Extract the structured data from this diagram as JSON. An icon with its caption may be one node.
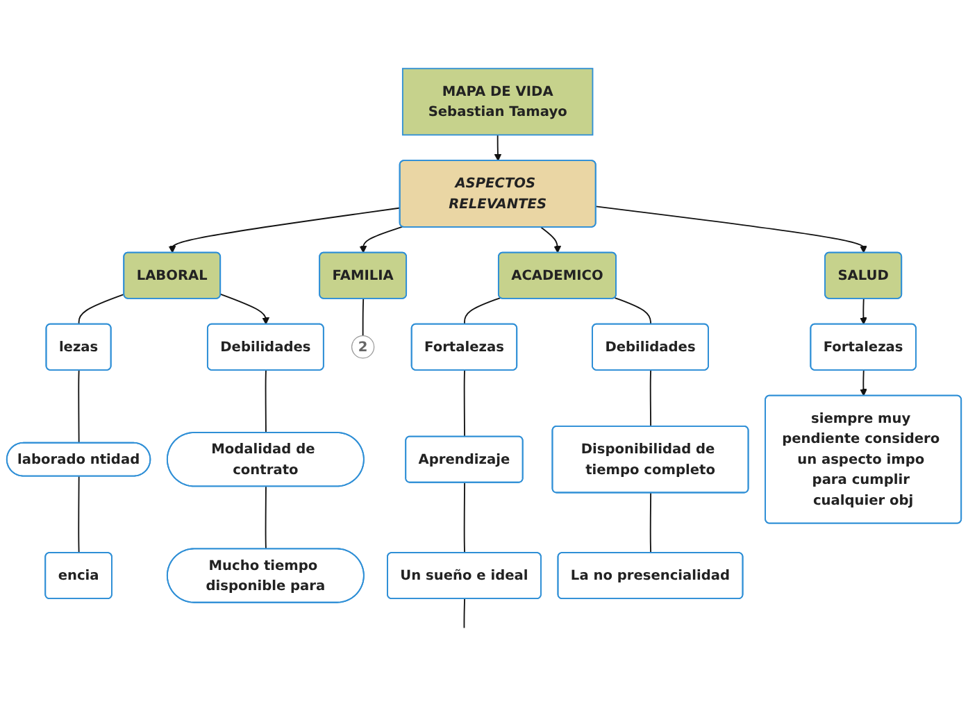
{
  "diagram": {
    "nodes": [
      {
        "text": [
          "MAPA DE VIDA",
          "Sebastian Tamayo"
        ]
      },
      {
        "text": [
          "ASPECTOS RELEVANTES"
        ]
      },
      {
        "text": [
          "LABORAL"
        ]
      },
      {
        "text": [
          "lezas"
        ]
      },
      {
        "text": [
          "Debilidades"
        ]
      },
      {
        "text": [
          "laborado ntidad"
        ]
      },
      {
        "text": [
          "Modalidad de contrato"
        ]
      },
      {
        "text": [
          "encia"
        ]
      },
      {
        "text": [
          "Mucho tiempo disponible para"
        ]
      },
      {
        "text": [
          "FAMILIA"
        ]
      },
      {
        "text": [
          "2"
        ]
      },
      {
        "text": [
          "ACADEMICO"
        ]
      },
      {
        "text": [
          "Fortalezas"
        ]
      },
      {
        "text": [
          "Aprendizaje"
        ]
      },
      {
        "text": [
          "Un sueño e ideal"
        ]
      },
      {
        "text": [
          "Debilidades"
        ]
      },
      {
        "text": [
          "Disponibilidad de tiempo completo"
        ]
      },
      {
        "text": [
          "La no presencialidad"
        ]
      },
      {
        "text": [
          "SALUD"
        ]
      },
      {
        "text": [
          "Fortalezas"
        ]
      },
      {
        "text": [
          "siempre muy pendiente considero un aspecto impo para cumplir cualquier obj"
        ]
      }
    ],
    "edges": [
      {
        "from": 0,
        "to": 1,
        "arrow": "to"
      },
      {
        "from": 1,
        "to": 2,
        "arrow": "to"
      },
      {
        "from": 1,
        "to": 9,
        "arrow": "to"
      },
      {
        "from": 1,
        "to": 11,
        "arrow": "to"
      },
      {
        "from": 1,
        "to": 18,
        "arrow": "to"
      },
      {
        "from": 2,
        "to": 3,
        "arrow": "none"
      },
      {
        "from": 2,
        "to": 4,
        "arrow": "to"
      },
      {
        "from": 3,
        "to": 5,
        "arrow": "none"
      },
      {
        "from": 5,
        "to": 7,
        "arrow": "none"
      },
      {
        "from": 4,
        "to": 6,
        "arrow": "none"
      },
      {
        "from": 6,
        "to": 8,
        "arrow": "none"
      },
      {
        "from": 9,
        "to": 10,
        "arrow": "none"
      },
      {
        "from": 11,
        "to": 12,
        "arrow": "none"
      },
      {
        "from": 11,
        "to": 15,
        "arrow": "none"
      },
      {
        "from": 12,
        "to": 13,
        "arrow": "none"
      },
      {
        "from": 13,
        "to": 14,
        "arrow": "none"
      },
      {
        "from": 14,
        "to": null,
        "arrow": "none"
      },
      {
        "from": 15,
        "to": 16,
        "arrow": "none"
      },
      {
        "from": 16,
        "to": 17,
        "arrow": "none"
      },
      {
        "from": 18,
        "to": 19,
        "arrow": "to"
      },
      {
        "from": 19,
        "to": 20,
        "arrow": "to"
      }
    ]
  }
}
